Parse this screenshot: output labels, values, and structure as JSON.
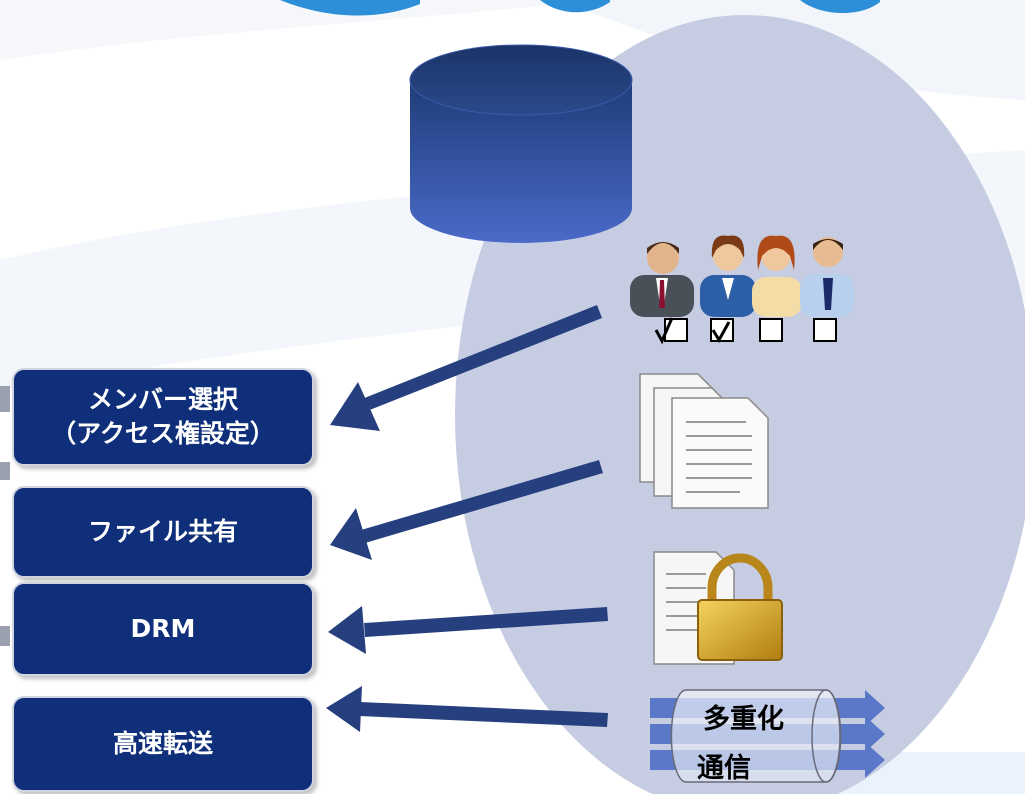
{
  "features": [
    {
      "line1": "メンバー選択",
      "line2": "（アクセス権設定）"
    },
    {
      "line1": "ファイル共有"
    },
    {
      "line1": "DRM"
    },
    {
      "line1": "高速転送"
    }
  ],
  "multiplex": {
    "line1": "多重化",
    "line2": "通信"
  },
  "members": {
    "checked": [
      true,
      true,
      false,
      false
    ]
  },
  "colors": {
    "box_fill": "#0f2f7a",
    "arrow": "#263f7e",
    "ellipse": "#c6cde2",
    "database_top": "#1e3c78",
    "database_bottom": "#4a6ac8",
    "stream": "#5a78c8",
    "lock_gold": "#d9a820"
  },
  "icons": [
    "database-icon",
    "people-icon",
    "checkbox-icon",
    "documents-icon",
    "locked-document-icon",
    "data-stream-icon"
  ]
}
